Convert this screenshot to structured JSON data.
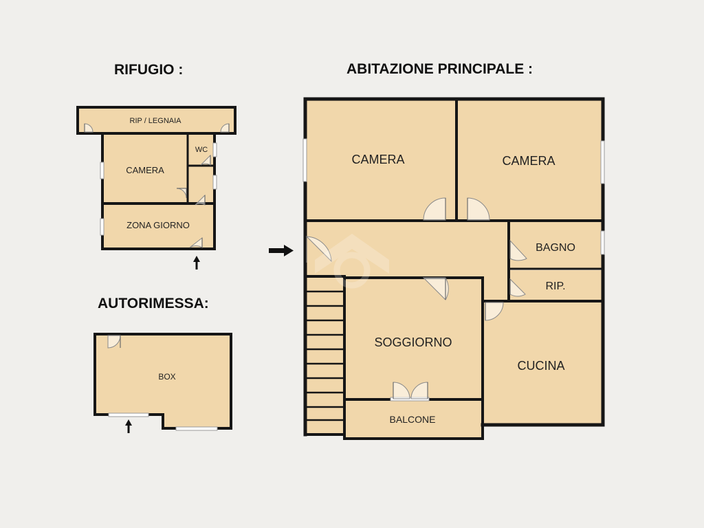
{
  "headings": {
    "rifugio": "RIFUGIO :",
    "abitazione": "ABITAZIONE PRINCIPALE :",
    "autorimessa": "AUTORIMESSA:"
  },
  "rifugio": {
    "rooms": {
      "ripostiglio_legnaia": "RIP / LEGNAIA",
      "wc": "WC",
      "camera": "CAMERA",
      "zona_giorno": "ZONA GIORNO"
    }
  },
  "autorimessa": {
    "rooms": {
      "box": "BOX"
    }
  },
  "abitazione": {
    "rooms": {
      "camera_1": "CAMERA",
      "camera_2": "CAMERA",
      "bagno": "BAGNO",
      "ripostiglio": "RIP.",
      "soggiorno": "SOGGIORNO",
      "cucina": "CUCINA",
      "balcone": "BALCONE"
    }
  },
  "colors": {
    "room_fill": "#f1d7ab",
    "wall": "#161616",
    "background": "#f0efec"
  },
  "icons": {
    "entrance_arrow": "arrow-icon",
    "watermark": "house-logo-watermark"
  }
}
